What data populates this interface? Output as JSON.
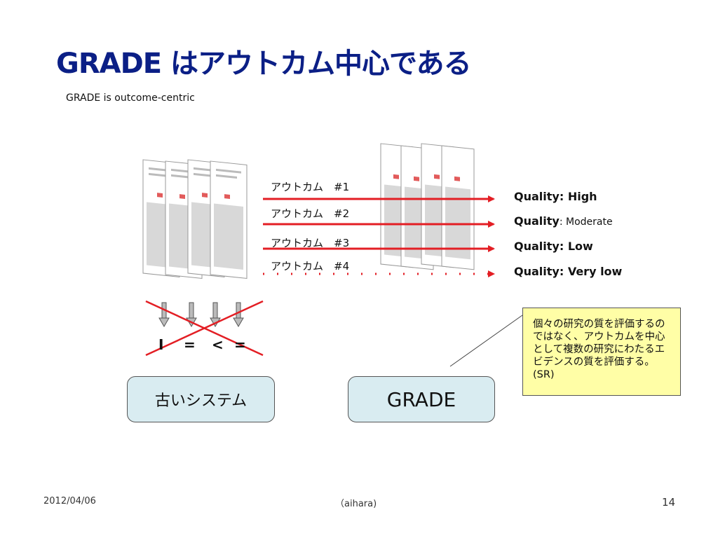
{
  "slide": {
    "title": "GRADE はアウトカム中心である",
    "subtitle": "GRADE is outcome-centric"
  },
  "outcomes": [
    "アウトカム　#1",
    "アウトカム　#2",
    "アウトカム　#3",
    "アウトカム　#4"
  ],
  "qualities": [
    {
      "prefix": "Quality",
      "value": ": High"
    },
    {
      "prefix": "Quality",
      "value": ": Moderate"
    },
    {
      "prefix": "Quality",
      "value": ": Low"
    },
    {
      "prefix": "Quality",
      "value": ": Very low"
    }
  ],
  "old_system": {
    "symbols": [
      "I",
      "=",
      "<",
      "="
    ],
    "label": "古いシステム"
  },
  "grade_box": {
    "label": "GRADE"
  },
  "callout": {
    "text": "個々の研究の質を評価するのではなく、アウトカムを中心として複数の研究にわたるエビデンスの質を評価する。(SR)"
  },
  "footer": {
    "date": "2012/04/06",
    "author": "（aihara)",
    "page": "14"
  },
  "colors": {
    "title": "#0b1f86",
    "arrow": "#e31e24",
    "box_fill": "#d9ecf1",
    "callout_fill": "#fffea6"
  }
}
